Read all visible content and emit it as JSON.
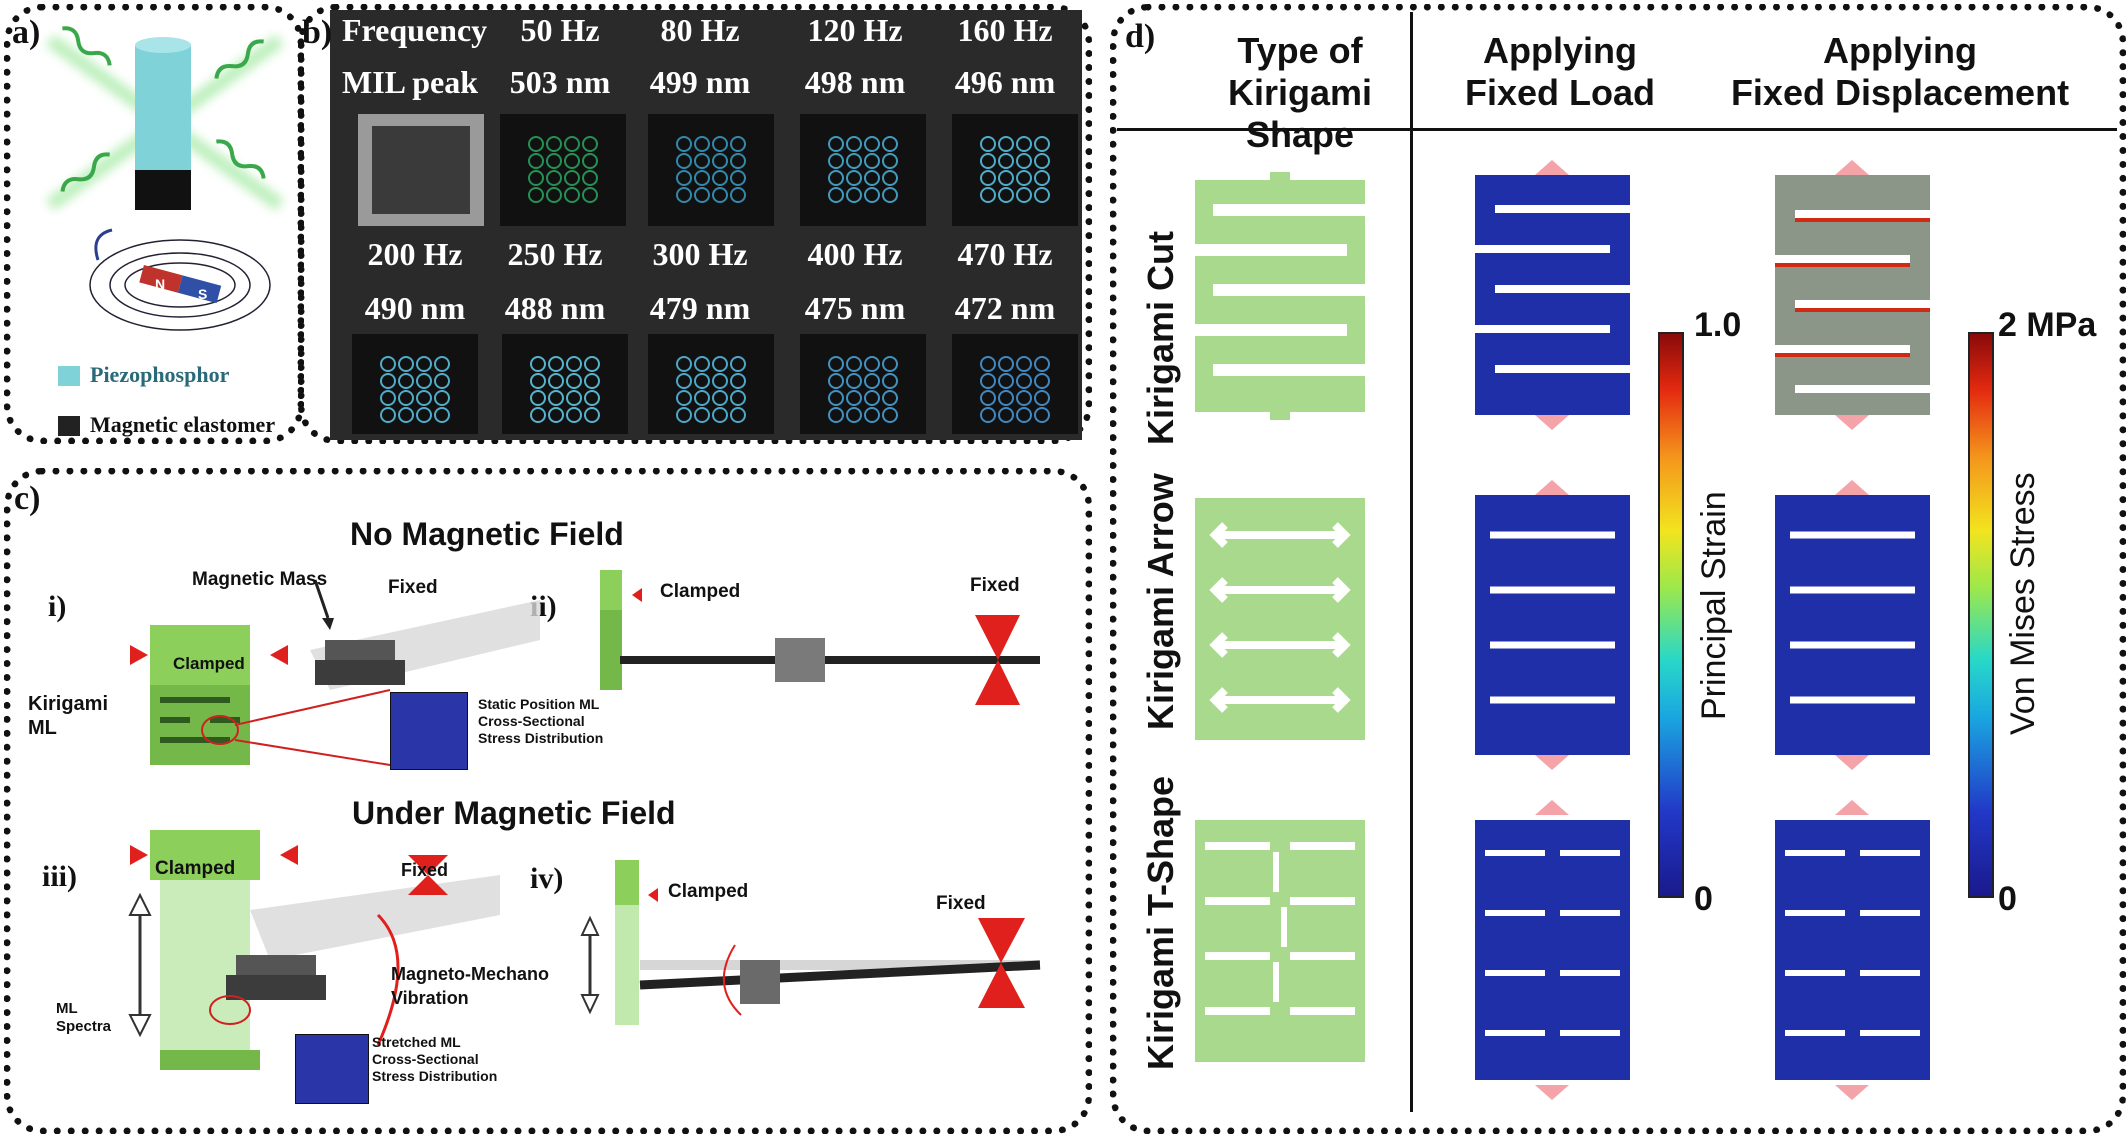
{
  "panel_a": {
    "label": "a)",
    "legend": [
      {
        "text": "Piezophosphor",
        "color": "#7fd3d8"
      },
      {
        "text": "Magnetic elastomer",
        "color": "#222222"
      }
    ],
    "magnet_n": "N",
    "magnet_s": "S"
  },
  "panel_b": {
    "label": "b)",
    "row1_header": "Frequency",
    "row2_header": "MIL peak",
    "top_freqs": [
      "50 Hz",
      "80 Hz",
      "120 Hz",
      "160 Hz"
    ],
    "top_peaks": [
      "503 nm",
      "499 nm",
      "498 nm",
      "496 nm"
    ],
    "bottom_freqs": [
      "200 Hz",
      "250 Hz",
      "300 Hz",
      "400 Hz",
      "470 Hz"
    ],
    "bottom_peaks": [
      "490 nm",
      "488 nm",
      "479 nm",
      "475 nm",
      "472 nm"
    ]
  },
  "panel_c": {
    "label": "c)",
    "title_top": "No Magnetic Field",
    "title_bottom": "Under Magnetic Field",
    "sub_i": "i)",
    "sub_ii": "ii)",
    "sub_iii": "iii)",
    "sub_iv": "iv)",
    "magnetic_mass": "Magnetic Mass",
    "fixed": "Fixed",
    "clamped": "Clamped",
    "kirigami_ml": "Kirigami\nML",
    "static_note": "Static Position ML\nCross-Sectional\nStress Distribution",
    "ml_spectra": "ML\nSpectra",
    "magneto": "Magneto-Mechano\nVibration",
    "stretched_note": "Stretched ML\nCross-Sectional\nStress Distribution"
  },
  "panel_d": {
    "label": "d)",
    "headers": [
      "Type of\nKirigami Shape",
      "Applying\nFixed Load",
      "Applying\nFixed Displacement"
    ],
    "rows": [
      "Kirigami Cut",
      "Kirigami Arrow",
      "Kirigami T-Shape"
    ],
    "colorbar1": {
      "title": "Principal Strain",
      "max": "1.0",
      "min": "0"
    },
    "colorbar2": {
      "title": "Von Mises Stress",
      "max": "2 MPa",
      "min": "0"
    },
    "shape_color": "#a8d98c"
  }
}
